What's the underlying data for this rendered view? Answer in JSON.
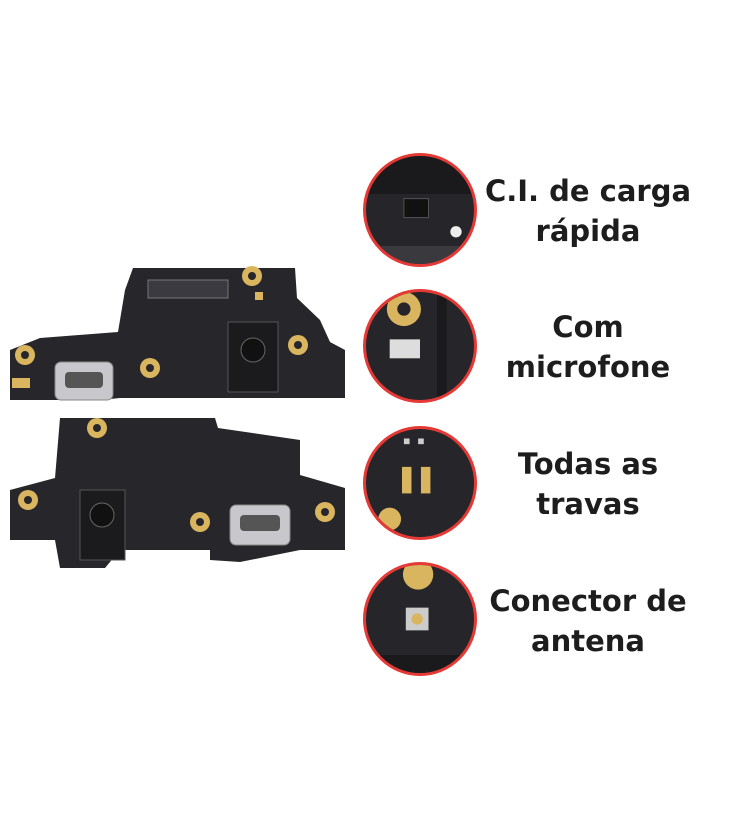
{
  "features": [
    {
      "line1": "C.I. de carga",
      "line2": "rápida",
      "icon": "fast-charge-ic-closeup"
    },
    {
      "line1": "Com",
      "line2": "microfone",
      "icon": "microphone-closeup"
    },
    {
      "line1": "Todas as",
      "line2": "travas",
      "icon": "latches-closeup"
    },
    {
      "line1": "Conector de",
      "line2": "antena",
      "icon": "antenna-connector-closeup"
    }
  ],
  "colors": {
    "circle_border": "#e53935",
    "pcb": "#26262b",
    "pad_gold": "#d9b560",
    "text": "#1d1d1d"
  }
}
